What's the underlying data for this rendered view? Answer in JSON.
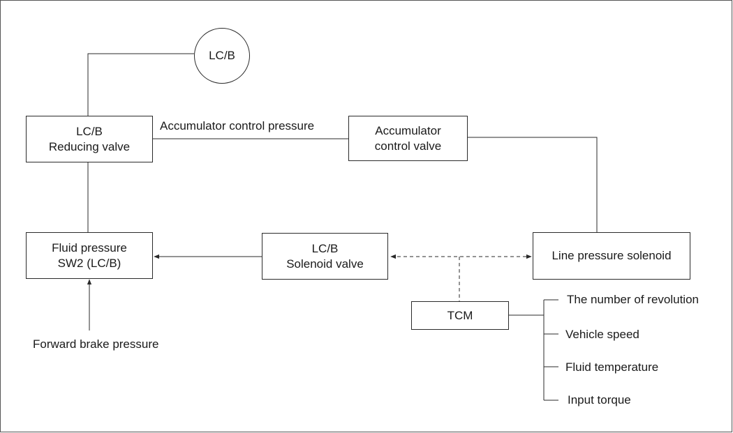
{
  "nodes": {
    "lcb_circle": "LC/B",
    "reducing_valve": [
      "LC/B",
      "Reducing valve"
    ],
    "accumulator_valve": [
      "Accumulator",
      "control valve"
    ],
    "fluid_pressure_sw2": [
      "Fluid pressure",
      "SW2 (LC/B)"
    ],
    "solenoid_valve": [
      "LC/B",
      "Solenoid valve"
    ],
    "line_pressure_solenoid": "Line pressure solenoid",
    "tcm": "TCM"
  },
  "labels": {
    "accumulator_control_pressure": "Accumulator control pressure",
    "forward_brake_pressure": "Forward brake pressure"
  },
  "tcm_inputs": [
    "The number of revolution",
    "Vehicle speed",
    "Fluid temperature",
    "Input torque"
  ],
  "colors": {
    "line": "#2a2a2a",
    "background": "#ffffff"
  }
}
